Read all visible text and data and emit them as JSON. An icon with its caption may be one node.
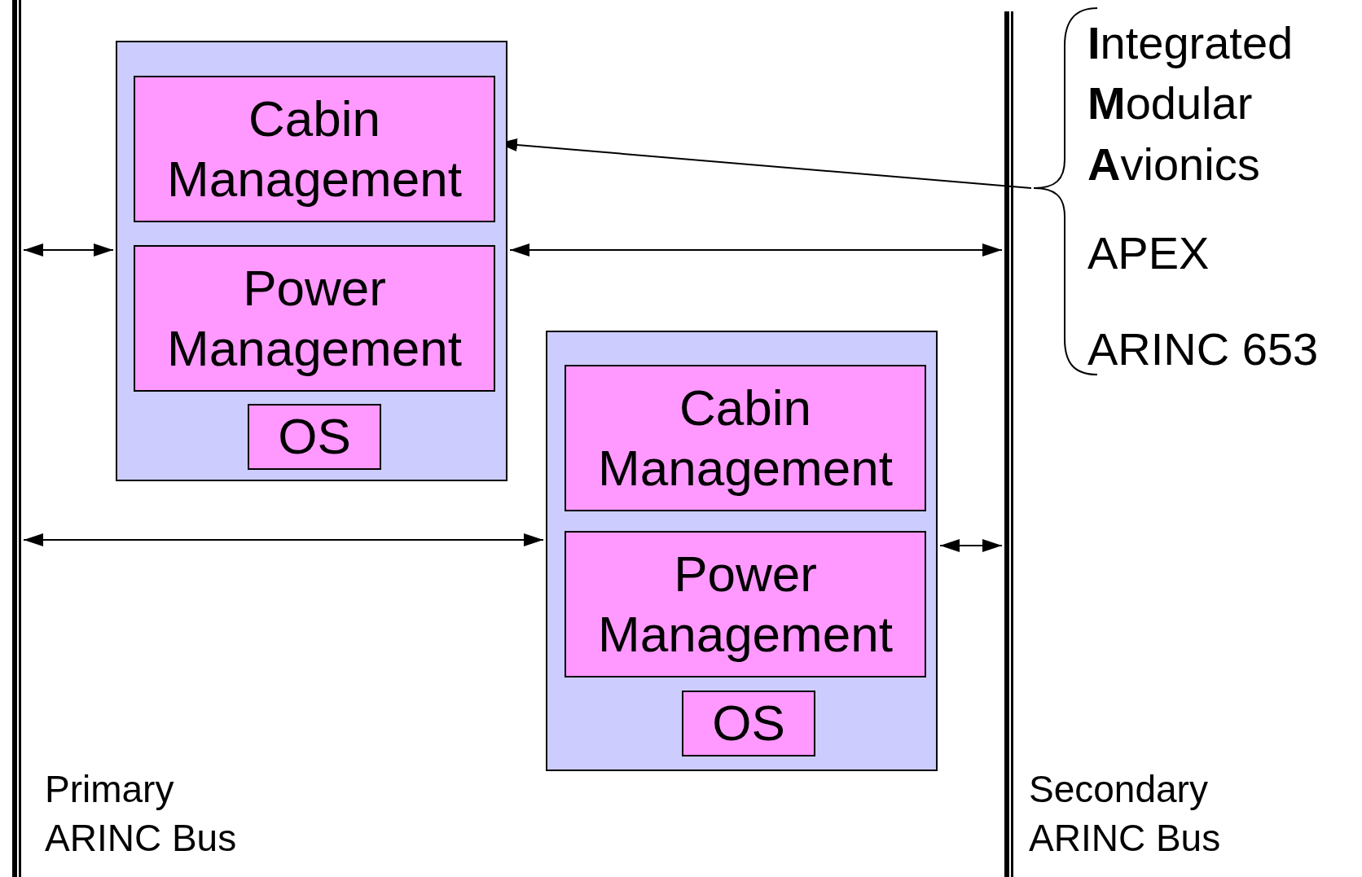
{
  "diagram": {
    "nodes": [
      {
        "text": [],
        "shape": "bar",
        "beside": [
          "Primary ARINC Bus"
        ]
      },
      {
        "text": [],
        "shape": "bar",
        "beside": [
          "Secondary ARINC Bus"
        ]
      },
      {
        "text": [],
        "shape": "box"
      },
      {
        "text": [
          "Cabin Management"
        ],
        "in": 2
      },
      {
        "text": [
          "Power Management"
        ],
        "in": 2
      },
      {
        "text": [
          "OS"
        ],
        "in": 2
      },
      {
        "text": [],
        "shape": "box"
      },
      {
        "text": [
          "Cabin Management"
        ],
        "in": 6
      },
      {
        "text": [
          "Power Management"
        ],
        "in": 6
      },
      {
        "text": [
          "OS"
        ],
        "in": 6
      },
      {
        "text": [
          "**I**ntegrated **M**odular **A**vionics",
          "APEX",
          "ARINC 653"
        ]
      }
    ],
    "edges": [
      {
        "from": 0,
        "to": 2,
        "arrow": "both"
      },
      {
        "from": 2,
        "to": 1,
        "arrow": "both"
      },
      {
        "from": 0,
        "to": 6,
        "arrow": "both"
      },
      {
        "from": 6,
        "to": 1,
        "arrow": "both"
      },
      {
        "from": 10,
        "to": 3,
        "arrow": "to"
      }
    ]
  }
}
